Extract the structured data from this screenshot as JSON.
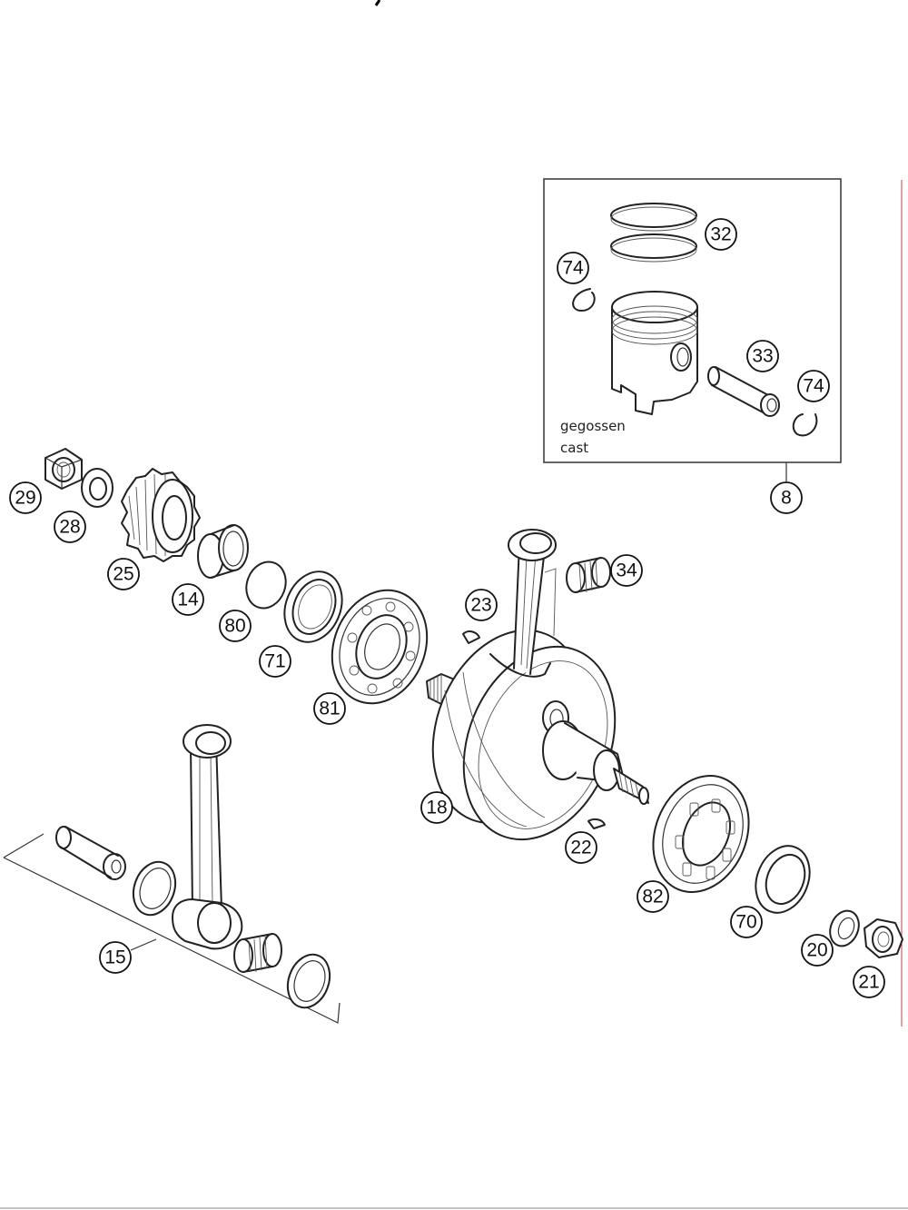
{
  "inset": {
    "note_de": "gegossen",
    "note_en": "cast"
  },
  "callouts": [
    {
      "id": "32",
      "label": "32"
    },
    {
      "id": "74a",
      "label": "74"
    },
    {
      "id": "33",
      "label": "33"
    },
    {
      "id": "74b",
      "label": "74"
    },
    {
      "id": "8",
      "label": "8"
    },
    {
      "id": "29",
      "label": "29"
    },
    {
      "id": "28",
      "label": "28"
    },
    {
      "id": "25",
      "label": "25"
    },
    {
      "id": "14",
      "label": "14"
    },
    {
      "id": "80",
      "label": "80"
    },
    {
      "id": "71",
      "label": "71"
    },
    {
      "id": "81",
      "label": "81"
    },
    {
      "id": "23",
      "label": "23"
    },
    {
      "id": "34",
      "label": "34"
    },
    {
      "id": "18",
      "label": "18"
    },
    {
      "id": "22",
      "label": "22"
    },
    {
      "id": "82",
      "label": "82"
    },
    {
      "id": "70",
      "label": "70"
    },
    {
      "id": "20",
      "label": "20"
    },
    {
      "id": "21",
      "label": "21"
    },
    {
      "id": "15",
      "label": "15"
    }
  ]
}
